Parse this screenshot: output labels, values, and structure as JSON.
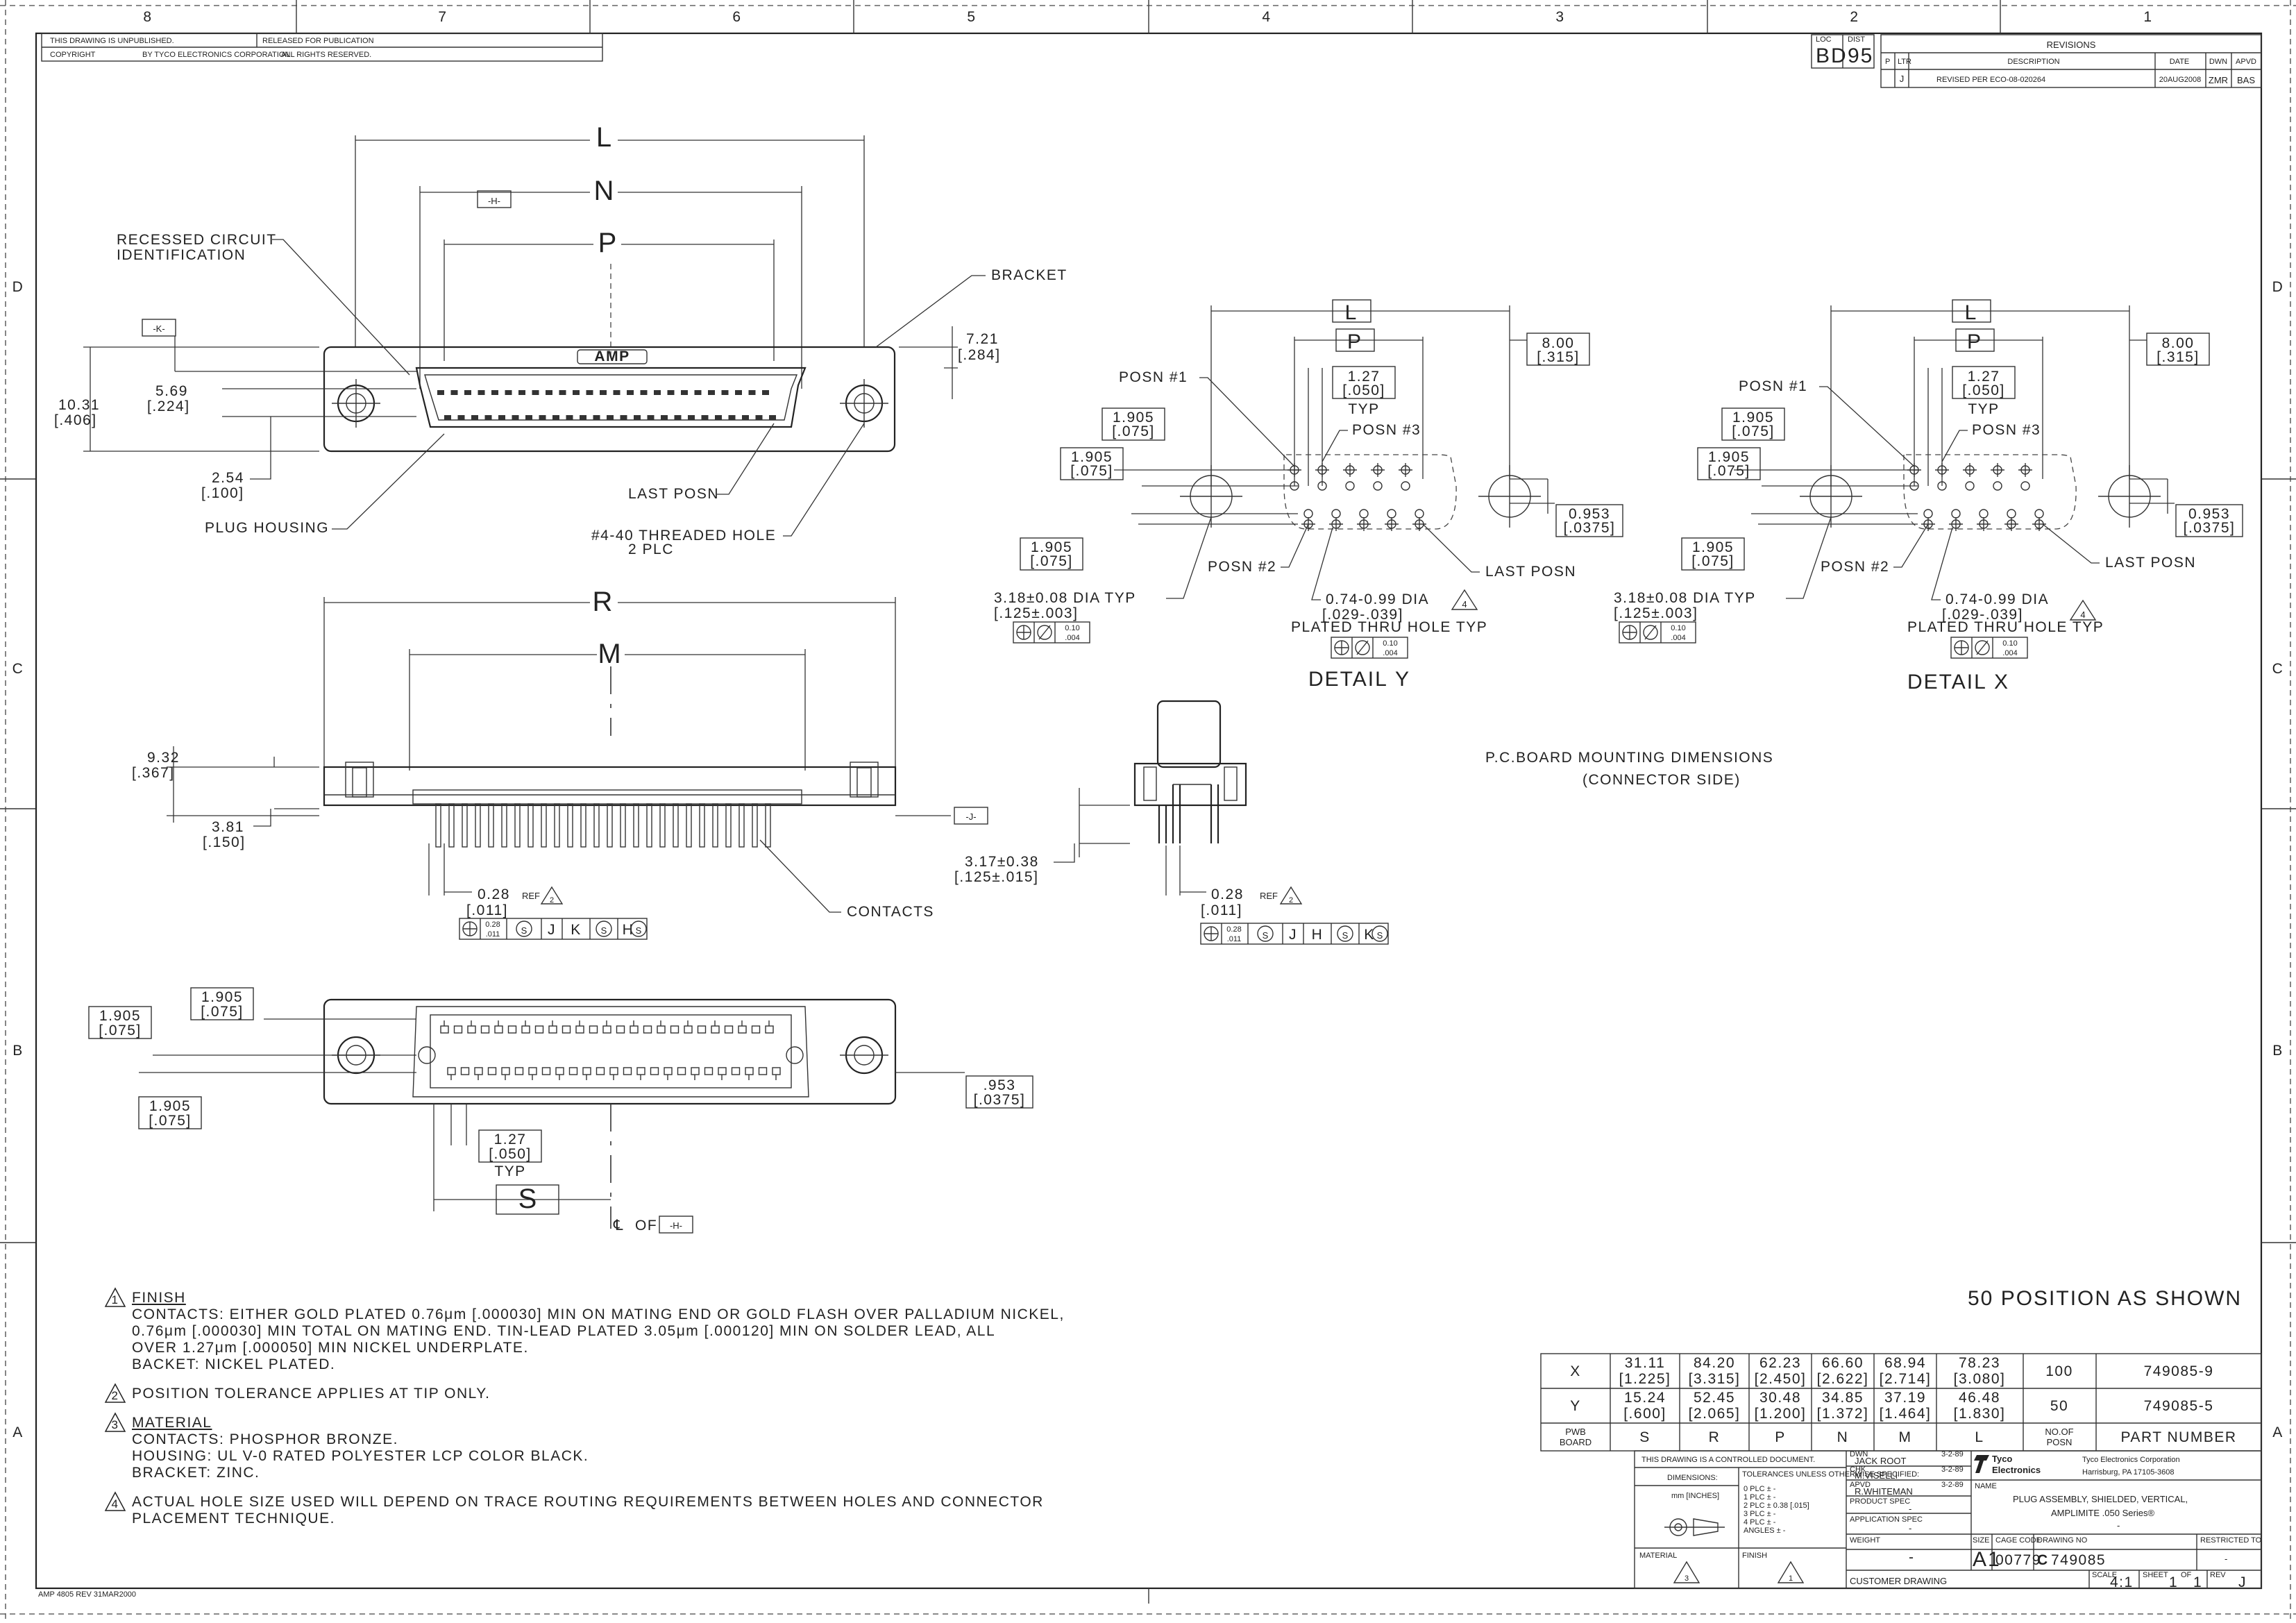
{
  "border": {
    "top_zones": [
      "8",
      "7",
      "6",
      "5",
      "4",
      "3",
      "2",
      "1"
    ],
    "side_zones": [
      "D",
      "C",
      "B",
      "A"
    ]
  },
  "header": {
    "unpublished": "THIS DRAWING IS UNPUBLISHED.",
    "released": "RELEASED FOR PUBLICATION",
    "copyright": "COPYRIGHT",
    "by": "BY TYCO ELECTRONICS CORPORATION.",
    "rights": "ALL RIGHTS RESERVED.",
    "loc_label": "LOC",
    "dist_label": "DIST",
    "loc": "BD",
    "dist": "95"
  },
  "revisions": {
    "title": "REVISIONS",
    "cols": [
      "P",
      "LTR",
      "DESCRIPTION",
      "DATE",
      "DWN",
      "APVD"
    ],
    "row": {
      "ltr": "J",
      "desc": "REVISED PER ECO-08-020264",
      "date": "20AUG2008",
      "dwn": "ZMR",
      "apvd": "BAS"
    }
  },
  "top_view": {
    "dim_L": "L",
    "dim_N": "N",
    "dim_P": "P",
    "datum_H": "-H-",
    "datum_K": "-K-",
    "recessed": [
      "RECESSED CIRCUIT",
      "IDENTIFICATION"
    ],
    "bracket": "BRACKET",
    "brand": "AMP",
    "d721": "7.21",
    "d721i": "[.284]",
    "d1031": "10.31",
    "d1031i": "[.406]",
    "d569": "5.69",
    "d569i": "[.224]",
    "d254": "2.54",
    "d254i": "[.100]",
    "plug_housing": "PLUG HOUSING",
    "last_posn": "LAST POSN",
    "threaded": [
      "#4-40 THREADED HOLE",
      "2 PLC"
    ]
  },
  "side_view": {
    "dim_R": "R",
    "dim_M": "M",
    "d932": "9.32",
    "d932i": "[.367]",
    "d381": "3.81",
    "d381i": "[.150]",
    "datum_J": "-J-",
    "d028": "0.28",
    "d028i": "[.011]",
    "ref": "REF",
    "note2": "2",
    "contacts": "CONTACTS",
    "fcf1": [
      "0.28",
      ".011",
      "S",
      "J",
      "K",
      "S",
      "H",
      "S"
    ]
  },
  "end_view": {
    "d317": "3.17±0.38",
    "d317i": "[.125±.015]",
    "d028": "0.28",
    "d028i": "[.011]",
    "ref": "REF",
    "note2": "2",
    "fcf2": [
      "0.28",
      ".011",
      "S",
      "J",
      "H",
      "S",
      "K",
      "S"
    ]
  },
  "bottom_view": {
    "d1905": "1.905",
    "d1905i": "[.075]",
    "d953": ".953",
    "d953i": "[.0375]",
    "d127": "1.27",
    "d127i": "[.050]",
    "typ": "TYP",
    "dim_S": "S",
    "cl_of": "OF",
    "datum_H": "-H-"
  },
  "detail_y": {
    "title": "DETAIL",
    "letter": "Y",
    "L": "L",
    "P": "P",
    "d800": "8.00",
    "d800i": "[.315]",
    "d127": "1.27",
    "d127i": "[.050]",
    "typ": "TYP",
    "posn1": "POSN #1",
    "posn2": "POSN #2",
    "posn3": "POSN #3",
    "last": "LAST POSN",
    "d1905": "1.905",
    "d1905i": "[.075]",
    "d0953": "0.953",
    "d0953i": "[.0375]",
    "hole": "3.18±0.08 DIA  TYP",
    "holei": "[.125±.003]",
    "plated": "0.74-0.99  DIA",
    "platedi": "[.029-.039]",
    "plated2": "PLATED  THRU  HOLE  TYP",
    "tol": "0.10",
    "toli": ".004",
    "note4": "4"
  },
  "detail_x": {
    "title": "DETAIL",
    "letter": "X",
    "L": "L",
    "P": "P",
    "d800": "8.00",
    "d800i": "[.315]",
    "d127": "1.27",
    "d127i": "[.050]",
    "typ": "TYP",
    "posn1": "POSN #1",
    "posn2": "POSN #2",
    "posn3": "POSN #3",
    "last": "LAST POSN",
    "d1905": "1.905",
    "d1905i": "[.075]",
    "d0953": "0.953",
    "d0953i": "[.0375]",
    "hole": "3.18±0.08 DIA  TYP",
    "holei": "[.125±.003]",
    "plated": "0.74-0.99  DIA",
    "platedi": "[.029-.039]",
    "plated2": "PLATED  THRU  HOLE  TYP",
    "tol": "0.10",
    "toli": ".004",
    "note4": "4"
  },
  "pcb": {
    "title": "P.C.BOARD  MOUNTING  DIMENSIONS",
    "sub": "(CONNECTOR SIDE)"
  },
  "shown": "50  POSITION  AS  SHOWN",
  "notes": [
    {
      "num": "1",
      "head": "FINISH",
      "lines": [
        "CONTACTS: EITHER GOLD PLATED 0.76μm [.000030] MIN ON MATING END OR GOLD FLASH OVER PALLADIUM NICKEL,",
        "0.76μm [.000030] MIN TOTAL ON MATING END. TIN-LEAD PLATED 3.05μm [.000120] MIN ON SOLDER LEAD, ALL",
        "OVER 1.27μm [.000050] MIN NICKEL UNDERPLATE.",
        "BACKET: NICKEL PLATED."
      ]
    },
    {
      "num": "2",
      "head": "",
      "lines": [
        "POSITION TOLERANCE APPLIES AT TIP ONLY."
      ]
    },
    {
      "num": "3",
      "head": "MATERIAL",
      "lines": [
        "CONTACTS: PHOSPHOR BRONZE.",
        "HOUSING: UL V-0 RATED POLYESTER LCP COLOR BLACK.",
        "BRACKET: ZINC."
      ]
    },
    {
      "num": "4",
      "head": "",
      "lines": [
        "ACTUAL HOLE SIZE USED WILL DEPEND ON TRACE ROUTING REQUIREMENTS BETWEEN HOLES AND CONNECTOR",
        "PLACEMENT TECHNIQUE."
      ]
    }
  ],
  "dim_table": {
    "rows": [
      {
        "key": "X",
        "vals": [
          [
            "31.11",
            "[1.225]"
          ],
          [
            "84.20",
            "[3.315]"
          ],
          [
            "62.23",
            "[2.450]"
          ],
          [
            "66.60",
            "[2.622]"
          ],
          [
            "68.94",
            "[2.714]"
          ],
          [
            "78.23",
            "[3.080]"
          ]
        ],
        "posn": "100",
        "pn": "749085-9"
      },
      {
        "key": "Y",
        "vals": [
          [
            "15.24",
            "[.600]"
          ],
          [
            "52.45",
            "[2.065]"
          ],
          [
            "30.48",
            "[1.200]"
          ],
          [
            "34.85",
            "[1.372]"
          ],
          [
            "37.19",
            "[1.464]"
          ],
          [
            "46.48",
            "[1.830]"
          ]
        ],
        "posn": "50",
        "pn": "749085-5"
      }
    ],
    "footer": [
      "PWB BOARD",
      "S",
      "R",
      "P",
      "N",
      "M",
      "L",
      "NO.OF POSN",
      "PART NUMBER"
    ]
  },
  "title_block": {
    "controlled": "THIS DRAWING IS A CONTROLLED DOCUMENT.",
    "dimensions": "DIMENSIONS:",
    "units": "mm [INCHES]",
    "tolerances": "TOLERANCES UNLESS OTHERWISE SPECIFIED:",
    "tol_lines": [
      "0 PLC   ±  -",
      "1 PLC   ±  -",
      "2 PLC   ±  0.38 [.015]",
      "3 PLC   ±  -",
      "4 PLC   ±  -",
      "ANGLES          ±  -"
    ],
    "material": "MATERIAL",
    "finish": "FINISH",
    "dwn": "DWN",
    "dwn_name": "JACK ROOT",
    "dwn_date": "3-2-89",
    "chk": "CHK",
    "chk_name": "M.VISELLI",
    "chk_date": "3-2-89",
    "appvd": "APVD",
    "appvd_name": "R.WHITEMAN",
    "appvd_date": "3-2-89",
    "product_spec": "PRODUCT SPEC",
    "app_spec": "APPLICATION SPEC",
    "weight": "WEIGHT",
    "dash": "-",
    "company": "Tyco Electronics Corporation",
    "address": "Harrisburg, PA 17105-3608",
    "brand1": "Tyco",
    "brand2": "Electronics",
    "name_label": "NAME",
    "name1": "PLUG ASSEMBLY, SHIELDED, VERTICAL,",
    "name2": "AMPLIMITE .050 Series®",
    "size_label": "SIZE",
    "size": "A1",
    "cage_label": "CAGE CODE",
    "cage": "00779",
    "dwg_label": "DRAWING NO",
    "dwg": "749085",
    "restricted": "RESTRICTED TO",
    "scale_label": "SCALE",
    "scale": "4:1",
    "sheet_label": "SHEET",
    "sheet": "1",
    "of": "OF",
    "sheet_total": "1",
    "rev_label": "REV",
    "rev": "J",
    "customer": "CUSTOMER DRAWING",
    "mat_note": "3",
    "fin_note": "1"
  },
  "form_id": "AMP 4805 REV 31MAR2000"
}
